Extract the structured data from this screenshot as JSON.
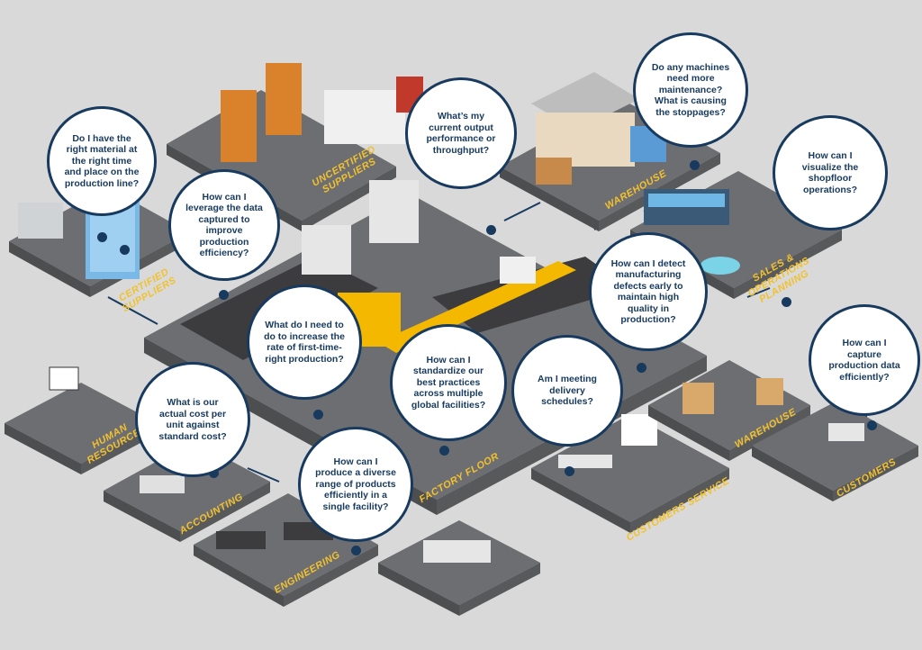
{
  "colors": {
    "background": "#d9d9d9",
    "platform_top": "#6d6e71",
    "platform_side": "#58595b",
    "bubble_border": "#173a5e",
    "bubble_fill": "#ffffff",
    "label_yellow": "#f2c12e",
    "machine_yellow": "#f5b800"
  },
  "areas": {
    "certified_suppliers": "CERTIFIED SUPPLIERS",
    "uncertified_suppliers": "UNCERTIFIED SUPPLIERS",
    "warehouse_top": "WAREHOUSE",
    "sales_ops_planning": "SALES & OPERATIONS PLANNING",
    "human_resources": "HUMAN RESOURCES",
    "accounting": "ACCOUNTING",
    "engineering": "ENGINEERING",
    "factory_floor": "FACTORY FLOOR",
    "customers_service": "CUSTOMERS SERVICE",
    "warehouse_right": "WAREHOUSE",
    "customers": "CUSTOMERS"
  },
  "questions": {
    "right_material": "Do I have the right material at the right time and place on the production line?",
    "leverage_data": "How can I leverage the data captured to improve production efficiency?",
    "output_performance": "What’s my current output performance or throughput?",
    "machines_maintenance": "Do any machines need more maintenance? What is causing the stoppages?",
    "visualize_shopfloor": "How can I visualize the shopfloor operations?",
    "detect_defects": "How can I detect manufacturing defects early to maintain high quality in production?",
    "first_time_right": "What do I need to do to increase the rate of first-time-right production?",
    "standardize_practices": "How can I standardize our best practices across multiple global facilities?",
    "delivery_schedules": "Am I meeting delivery schedules?",
    "capture_data": "How can I capture production data efficiently?",
    "cost_per_unit": "What is our actual cost per unit against standard cost?",
    "diverse_products": "How can I produce a diverse range of products efficiently in a single facility?"
  }
}
